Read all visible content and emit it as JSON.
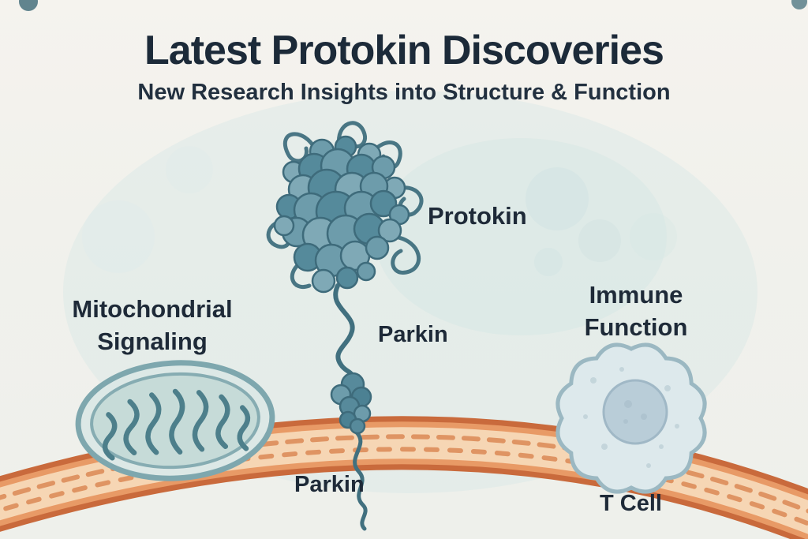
{
  "header": {
    "title": "Latest Protokin Discoveries",
    "subtitle": "New Research Insights into Structure & Function"
  },
  "labels": {
    "protokin": "Protokin",
    "parkin_upper": "Parkin",
    "parkin_lower": "Parkin",
    "mitochondrial": {
      "line1": "Mitochondrial",
      "line2": "Signaling"
    },
    "immune": {
      "line1": "Immune",
      "line2": "Function"
    },
    "t_cell": "T Cell"
  },
  "colors": {
    "background": "#f2f1ec",
    "text": "#1e2a38",
    "protein_fill": "#62929f",
    "protein_outline": "#3e6b7b",
    "membrane_outer": "#c96a3c",
    "membrane_mid": "#e89a66",
    "membrane_inner": "#f6d6b4",
    "mitochondrion_fill": "#d9e6e4",
    "mitochondrion_cristae": "#4d7f8b",
    "cell_fill": "#dde9ec",
    "nucleus_fill": "#b9cdd8"
  }
}
